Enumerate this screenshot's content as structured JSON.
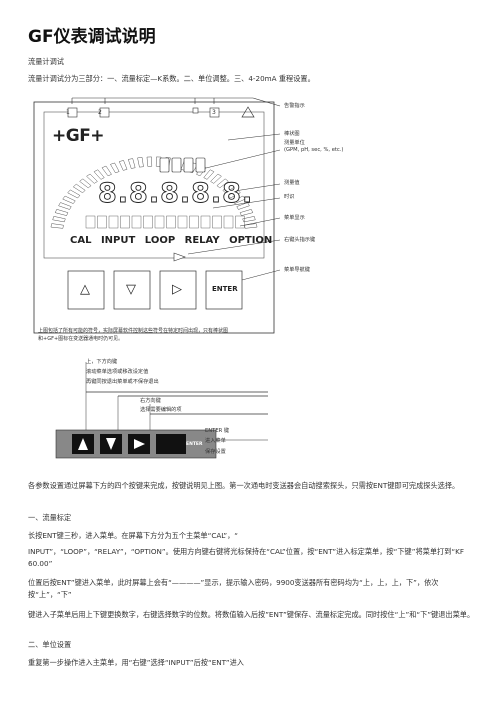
{
  "doc": {
    "title": "GF仪表调试说明",
    "sec_heading": "流量计调试",
    "intro": "流量计调试分为三部分：一、流量标定—K系数。二、单位调整。三、4-20mA 重程设置。",
    "para1": "各参数设置通过屏幕下方的四个按键来完成，按键说明见上图。第一次通电时变送器会自动搜索探头，只需按ENT键即可完成探头选择。",
    "s1_heading": "一、流量标定",
    "s1_p1": "长按ENT键三秒，进入菜单。在屏幕下方分为五个主菜单“CAL”，“",
    "s1_p2": "INPUT”，“LOOP”，“RELAY”，“OPTION”。使用方向键右键将光标保持在“CAL”位置，按“ENT”进入标定菜单，按“下键”将菜单打到“KF 60.00”",
    "s1_p3": "位置后按ENT”键进入菜单，此时屏幕上会有“————”显示，提示输入密码，9900变送器所有密码均为“上，上，上，下”，依次按“上”，“下”",
    "s1_p4": "键进入子菜单后用上下键更换数字，右键选择数字的位数。将数值输入后按”ENT”键保存、流量标定完成。同时按住“上”和“下”键退出菜单。",
    "s2_heading": "二、单位设置",
    "s2_p1": "重复第一步操作进入主菜单，用“右键”选择“INPUT”后按“ENT”进入"
  },
  "figure1": {
    "logo": "+GF+",
    "digits": "8.8.8.8.8.",
    "menu": [
      "CAL",
      "INPUT",
      "LOOP",
      "RELAY",
      "OPTION"
    ],
    "ch1": "1",
    "ch2": "2",
    "ch3": "3",
    "enter_label": "ENTER",
    "up_glyph": "△",
    "down_glyph": "▽",
    "right_glyph": "▷",
    "ann_warning": "告警指示",
    "ann_bar": "棒状图",
    "ann_unit": "测量单位",
    "ann_unit2": "(GPM, pH, sec, %, etc.)",
    "ann_measure": "测量值",
    "ann_time": "时识",
    "ann_menu": "菜单显示",
    "ann_right": "右键头指示键",
    "ann_enter": "菜单导航键",
    "caption1": "上图包括了所有可能的符号，实际屏幕软件控制这些符号在特定时间出现，只有棒状图",
    "caption2": "和+GF+图标在变送器通电时仍可见。"
  },
  "figure2": {
    "l1": "上，下方向键",
    "l2": "滚动菜单选项或移改设定值",
    "l3": "再键同按退出菜单或不保存退出",
    "l4": "右方向键",
    "l5": "选择需要编辑的项",
    "l6": "ENTER 键",
    "l7": "进入菜单",
    "l8": "保存设置",
    "enter_label": "ENTER"
  }
}
